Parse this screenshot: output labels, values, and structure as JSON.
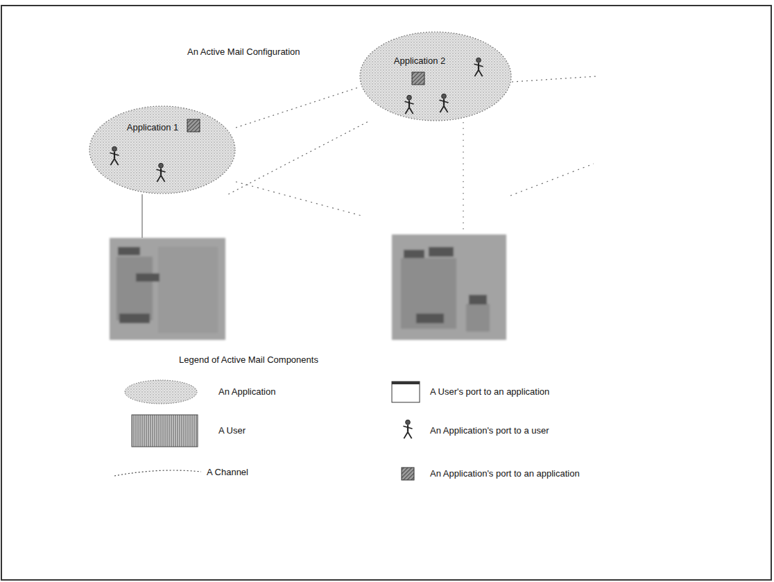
{
  "diagram": {
    "title": "An Active Mail Configuration",
    "nodes": [
      {
        "text": [
          "Application 1"
        ]
      },
      {
        "text": [
          "Application 2"
        ]
      }
    ],
    "edges": [
      {
        "from": 0,
        "to": 1,
        "arrow": "none"
      },
      {
        "from": 0,
        "to": 1,
        "arrow": "none"
      }
    ],
    "labels": [
      "Legend of Active Mail Components"
    ],
    "legend": [
      {
        "text": "An Application"
      },
      {
        "text": "A User"
      },
      {
        "text": "A Channel"
      },
      {
        "text": "A User's port to an application"
      },
      {
        "text": "An Application's port to a user"
      },
      {
        "text": "An Application's port to an application"
      }
    ]
  }
}
